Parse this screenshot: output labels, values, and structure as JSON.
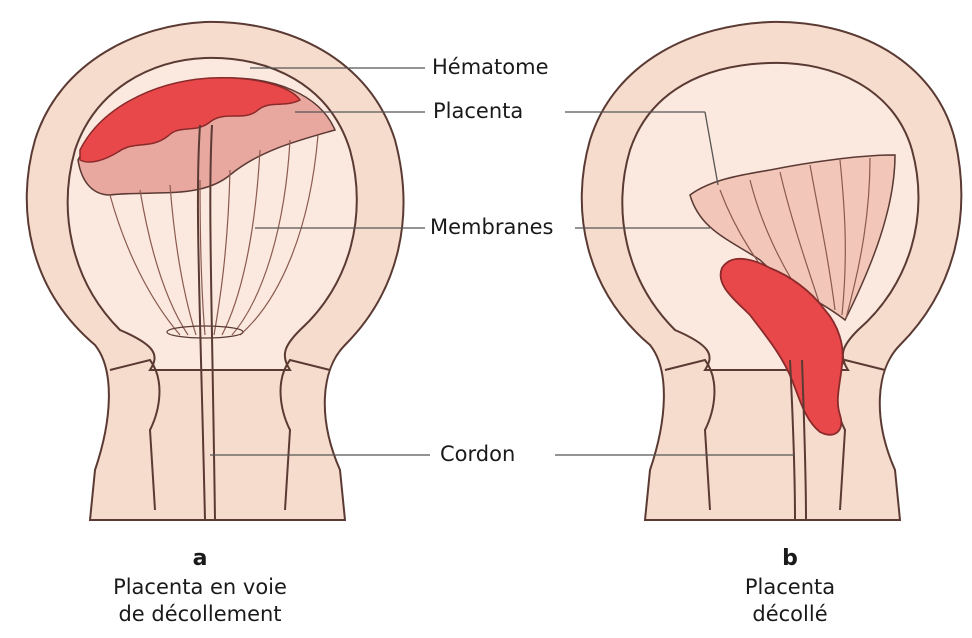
{
  "labels": {
    "hematome": "Hématome",
    "placenta": "Placenta",
    "membranes": "Membranes",
    "cordon": "Cordon"
  },
  "panel_a": {
    "letter": "a",
    "caption_line1": "Placenta en voie",
    "caption_line2": "de décollement"
  },
  "panel_b": {
    "letter": "b",
    "caption_line1": "Placenta",
    "caption_line2": "décollé"
  },
  "colors": {
    "uterus_wall": "#f6dccd",
    "cavity": "#fbe8de",
    "outline": "#5a3a33",
    "placenta": "#e8a8a0",
    "hematoma": "#e8484a",
    "leader_line": "#555555"
  }
}
